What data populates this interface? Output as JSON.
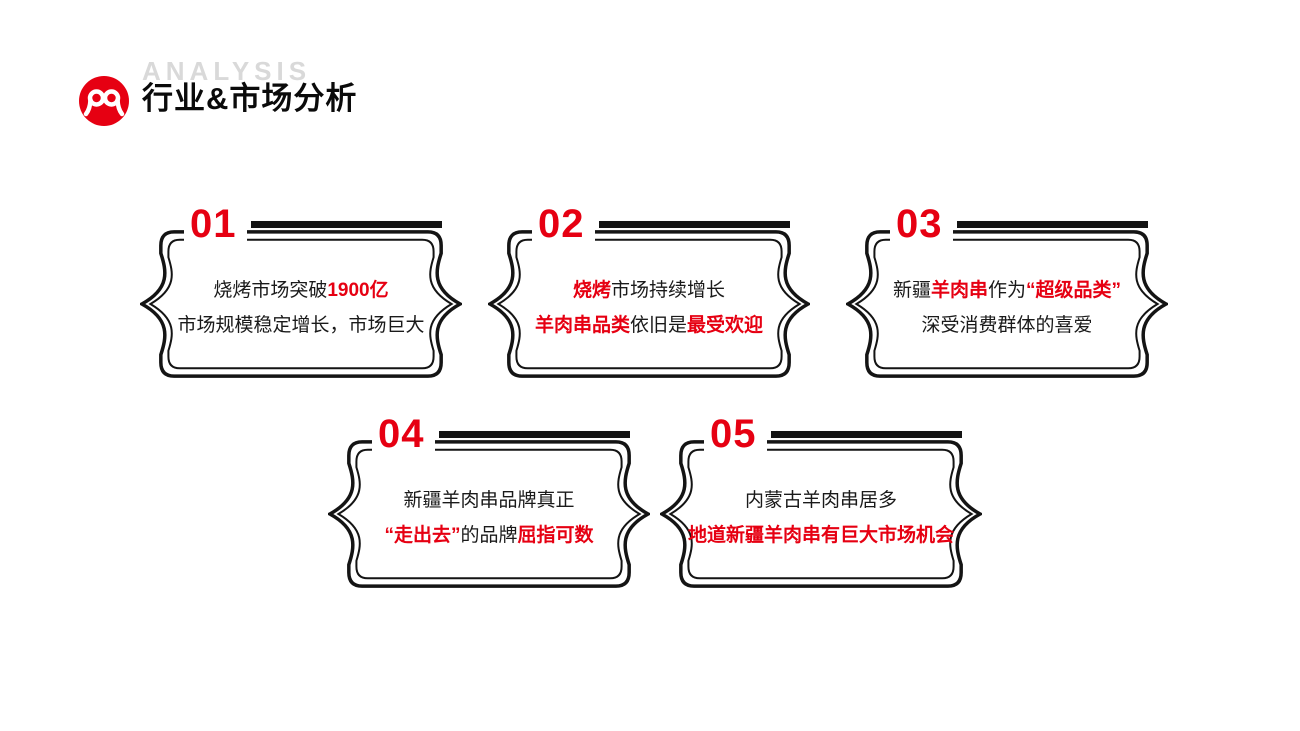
{
  "colors": {
    "accent": "#e60012",
    "ink": "#141414",
    "watermark": "#d9d9d9"
  },
  "header": {
    "logo_icon": "ram-horns-logo",
    "watermark": "ANALYSIS",
    "title": "行业&市场分析"
  },
  "cards": [
    {
      "number": "01",
      "lines": [
        [
          {
            "t": "烧烤市场突破"
          },
          {
            "t": "1900亿",
            "red": true,
            "b": true
          }
        ],
        [
          {
            "t": "市场规模稳定增长，市场巨大"
          }
        ]
      ]
    },
    {
      "number": "02",
      "lines": [
        [
          {
            "t": "烧烤",
            "red": true,
            "b": true
          },
          {
            "t": "市场持续增长"
          }
        ],
        [
          {
            "t": "羊肉串品类",
            "red": true,
            "b": true
          },
          {
            "t": "依旧是"
          },
          {
            "t": "最受欢迎",
            "red": true,
            "b": true
          }
        ]
      ]
    },
    {
      "number": "03",
      "lines": [
        [
          {
            "t": "新疆"
          },
          {
            "t": "羊肉串",
            "red": true,
            "b": true
          },
          {
            "t": "作为"
          },
          {
            "t": "“超级品类”",
            "red": true,
            "b": true
          }
        ],
        [
          {
            "t": "深受消费群体的喜爱"
          }
        ]
      ]
    },
    {
      "number": "04",
      "lines": [
        [
          {
            "t": "新疆羊肉串品牌真正"
          }
        ],
        [
          {
            "t": "“走出去”",
            "red": true,
            "b": true
          },
          {
            "t": "的品牌"
          },
          {
            "t": "屈指可数",
            "red": true,
            "b": true
          }
        ]
      ]
    },
    {
      "number": "05",
      "lines": [
        [
          {
            "t": "内蒙古羊肉串居多"
          }
        ],
        [
          {
            "t": "地道新疆羊肉串有巨大市场机会",
            "red": true,
            "b": true
          }
        ]
      ]
    }
  ]
}
